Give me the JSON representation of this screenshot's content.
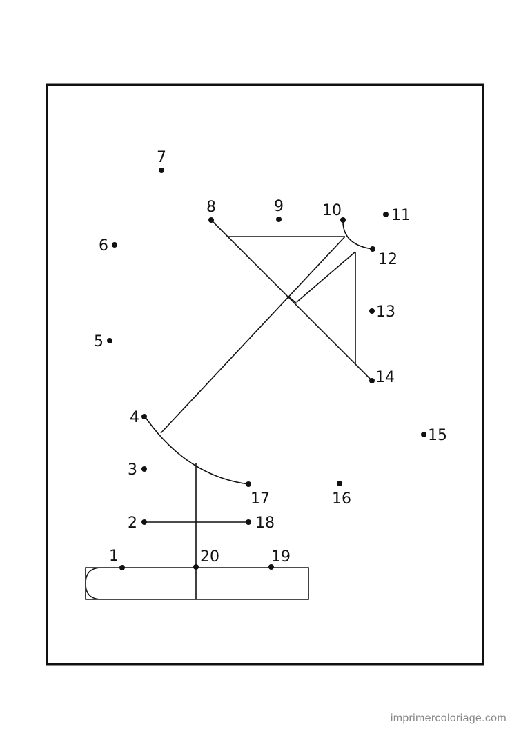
{
  "credit": "imprimercoloriage.com",
  "dots": [
    {
      "label": "1"
    },
    {
      "label": "2"
    },
    {
      "label": "3"
    },
    {
      "label": "4"
    },
    {
      "label": "5"
    },
    {
      "label": "6"
    },
    {
      "label": "7"
    },
    {
      "label": "8"
    },
    {
      "label": "9"
    },
    {
      "label": "10"
    },
    {
      "label": "11"
    },
    {
      "label": "12"
    },
    {
      "label": "13"
    },
    {
      "label": "14"
    },
    {
      "label": "15"
    },
    {
      "label": "16"
    },
    {
      "label": "17"
    },
    {
      "label": "18"
    },
    {
      "label": "19"
    },
    {
      "label": "20"
    }
  ],
  "colors": {
    "ink": "#111111",
    "credit": "#888888",
    "background": "#ffffff"
  }
}
